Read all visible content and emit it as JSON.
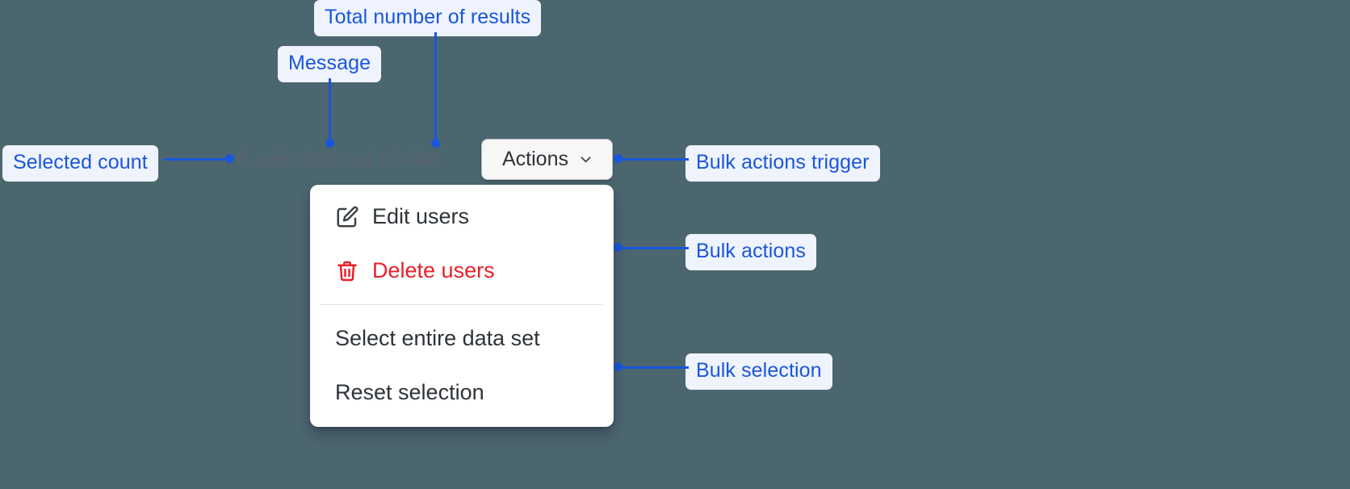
{
  "background_color": "#4c6670",
  "accent_color": "#1a56db",
  "annotations": [
    {
      "id": "total-results",
      "label": "Total number of results"
    },
    {
      "id": "message",
      "label": "Message"
    },
    {
      "id": "selected-count",
      "label": "Selected count"
    },
    {
      "id": "bulk-trigger",
      "label": "Bulk actions trigger"
    },
    {
      "id": "bulk-actions",
      "label": "Bulk actions"
    },
    {
      "id": "bulk-selection",
      "label": "Bulk selection"
    }
  ],
  "component": {
    "selected_count_text": "6 selected out of ###",
    "selected_count_number": "6",
    "total_results_placeholder": "###",
    "trigger": {
      "label": "Actions",
      "icon": "chevron-down-icon"
    },
    "menu": {
      "groups": [
        {
          "name": "bulk-actions",
          "items": [
            {
              "label": "Edit users",
              "icon": "edit-pencil-icon",
              "tone": "default"
            },
            {
              "label": "Delete users",
              "icon": "trash-icon",
              "tone": "danger",
              "color": "#e8202a"
            }
          ]
        },
        {
          "name": "bulk-selection",
          "items": [
            {
              "label": "Select entire data set",
              "icon": null,
              "tone": "default"
            },
            {
              "label": "Reset selection",
              "icon": null,
              "tone": "default"
            }
          ]
        }
      ]
    }
  }
}
